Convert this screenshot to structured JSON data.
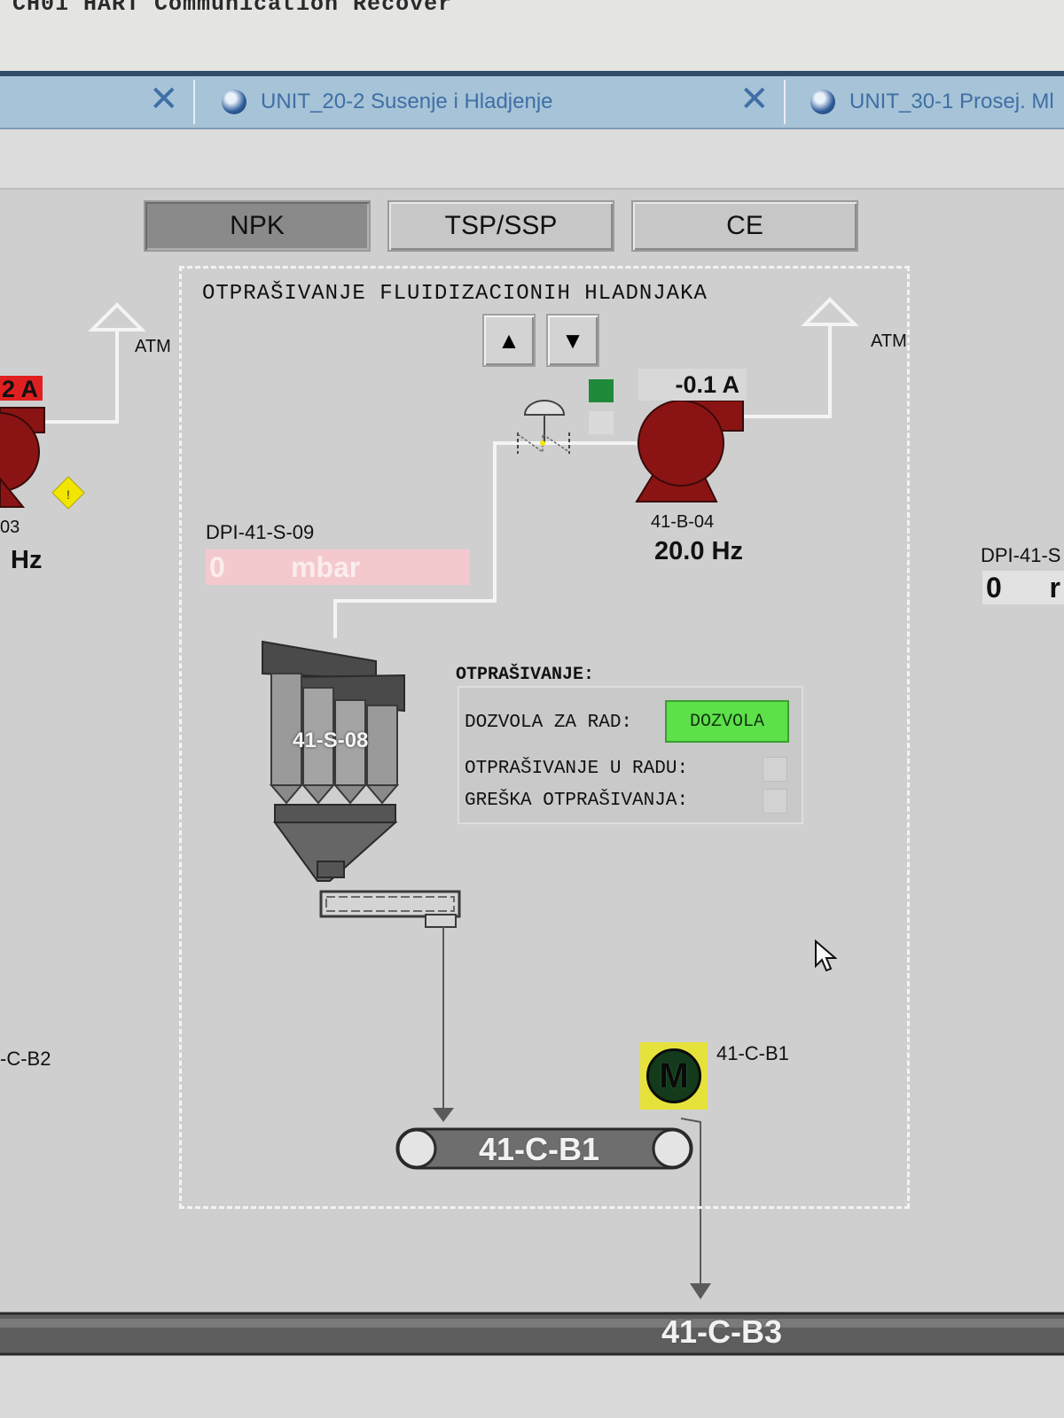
{
  "status_line": "CH01 HART Communication Recover",
  "tabs": [
    {
      "label": "UNIT_20-2 Susenje i Hladjenje"
    },
    {
      "label": "UNIT_30-1 Prosej. Ml"
    }
  ],
  "mode_buttons": [
    {
      "label": "NPK",
      "active": true
    },
    {
      "label": "TSP/SSP",
      "active": false
    },
    {
      "label": "CE",
      "active": false
    }
  ],
  "group": {
    "title": "OTPRAŠIVANJE FLUIDIZACIONIH HLADNJAKA",
    "arrow_up": "▲",
    "arrow_down": "▼"
  },
  "left_edge": {
    "atm_label": "ATM",
    "current": "2 A",
    "tag_fragment": "03",
    "freq": "Hz",
    "conveyor_fragment": "-C-B2",
    "warning_symbol": "!"
  },
  "fan": {
    "tag": "41-B-04",
    "current": "-0.1 A",
    "freq": "20.0 Hz",
    "atm_label": "ATM"
  },
  "dpi": {
    "tag": "DPI-41-S-09",
    "value": "0",
    "unit": "mbar"
  },
  "right_edge": {
    "tag": "DPI-41-S",
    "value": "0",
    "unit_fragment": "r"
  },
  "filter": {
    "tag": "41-S-08"
  },
  "status_panel": {
    "heading": "OTPRAŠIVANJE:",
    "permit_label": "DOZVOLA ZA RAD:",
    "permit_button": "DOZVOLA",
    "running_label": "OTPRAŠIVANJE U RADU:",
    "fault_label": "GREŠKA OTPRAŠIVANJA:"
  },
  "motor": {
    "symbol": "M",
    "tag": "41-C-B1"
  },
  "conveyor_1": {
    "label": "41-C-B1"
  },
  "conveyor_3": {
    "label": "41-C-B3"
  },
  "colors": {
    "fan_red": "#8a1414",
    "permit_green": "#5de04a",
    "indicator_green": "#1e8a3a",
    "alarm_red": "#e02020",
    "warning_yellow": "#f2e600"
  }
}
